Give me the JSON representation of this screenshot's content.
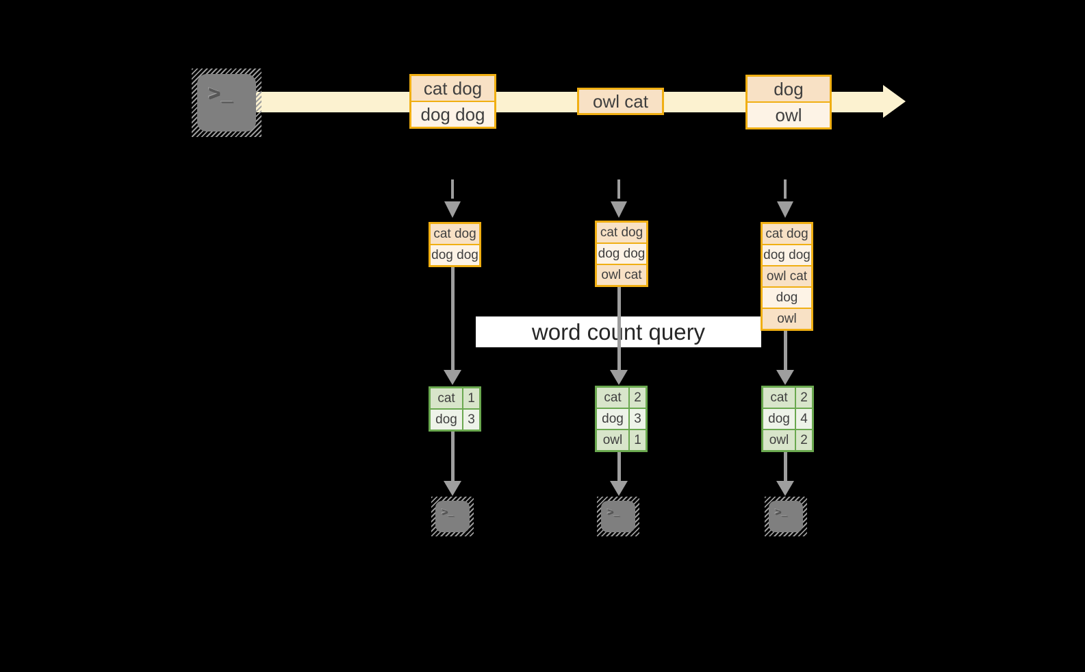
{
  "label": {
    "text": "word count query"
  },
  "icons": {
    "terminal_prompt": ">_"
  },
  "stream": {
    "batches": [
      {
        "records": [
          "cat dog",
          "dog dog"
        ]
      },
      {
        "records": [
          "owl cat"
        ]
      },
      {
        "records": [
          "dog",
          "owl"
        ]
      }
    ]
  },
  "columns": [
    {
      "state": [
        "cat dog",
        "dog dog"
      ],
      "counts": [
        {
          "word": "cat",
          "count": "1"
        },
        {
          "word": "dog",
          "count": "3"
        }
      ]
    },
    {
      "state": [
        "cat dog",
        "dog dog",
        "owl cat"
      ],
      "counts": [
        {
          "word": "cat",
          "count": "2"
        },
        {
          "word": "dog",
          "count": "3"
        },
        {
          "word": "owl",
          "count": "1"
        }
      ]
    },
    {
      "state": [
        "cat dog",
        "dog dog",
        "owl cat",
        "dog",
        "owl"
      ],
      "counts": [
        {
          "word": "cat",
          "count": "2"
        },
        {
          "word": "dog",
          "count": "4"
        },
        {
          "word": "owl",
          "count": "2"
        }
      ]
    }
  ],
  "colors": {
    "background": "#000000",
    "stream_band": "#fcf2d0",
    "record_border": "#f0af13",
    "record_fill_peach": "#f8e1c5",
    "record_fill_cream": "#fdf3e6",
    "table_border": "#6aa84f",
    "table_fill_dark": "#d8e5ca",
    "table_fill_light": "#eef3e9",
    "arrow_gray": "#9e9e9e",
    "label_background": "#ffffff",
    "text": "#3f3f3f"
  }
}
